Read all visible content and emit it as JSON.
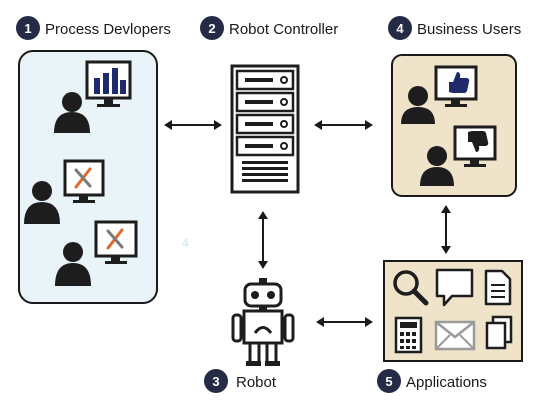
{
  "labels": {
    "process_developers": {
      "number": "1",
      "text": "Process Devlopers"
    },
    "robot_controller": {
      "number": "2",
      "text": "Robot Controller"
    },
    "robot": {
      "number": "3",
      "text": "Robot"
    },
    "business_users": {
      "number": "4",
      "text": "Business Users"
    },
    "applications": {
      "number": "5",
      "text": "Applications"
    }
  },
  "stray_mark": "4",
  "colors": {
    "developers_panel_fill": "#e8f4f8",
    "business_panel_fill": "#efe3c9",
    "applications_panel_fill": "#efe3c9",
    "badge_fill": "#252a45",
    "icon_dark": "#1d1d1d",
    "chart_bars": "#1f2a6b",
    "arrow": "#1a1a1a"
  },
  "icons": {
    "developers": [
      "user-with-bar-chart-monitor",
      "user-with-tools-monitor",
      "user-with-tools-monitor"
    ],
    "controller": "server-rack",
    "business": [
      "user-with-thumbs-up-monitor",
      "user-with-thumbs-down-monitor"
    ],
    "robot": "robot",
    "applications": [
      "magnifier",
      "speech-bubble",
      "document",
      "calculator",
      "envelope",
      "copy-pages"
    ]
  }
}
